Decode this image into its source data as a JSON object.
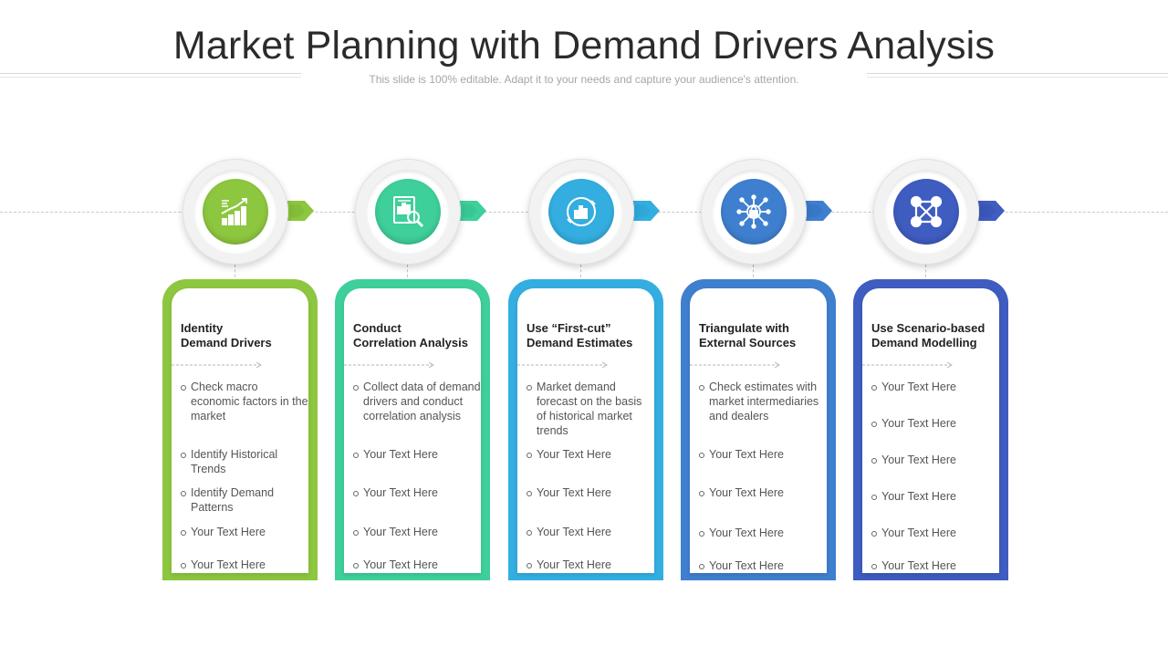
{
  "title": "Market Planning with Demand Drivers Analysis",
  "subtitle": "This slide is 100% editable. Adapt it to your needs and capture your audience's attention.",
  "steps": [
    {
      "icon": "growth-chart-icon",
      "color": "#8dc63f",
      "color_dark": "#7ab531",
      "title_line1": "Identity",
      "title_line2": "Demand  Drivers",
      "items": [
        "Check macro economic factors in the market",
        "Identify Historical Trends",
        "Identify  Demand Patterns",
        "Your Text Here",
        "Your Text Here"
      ]
    },
    {
      "icon": "report-magnifier-icon",
      "color": "#3ecf9a",
      "color_dark": "#2fbf8a",
      "title_line1": "Conduct",
      "title_line2": "Correlation Analysis",
      "items": [
        "Collect data of demand drivers  and conduct correlation analysis",
        "Your Text Here",
        "Your Text Here",
        "Your Text Here",
        "Your Text Here"
      ]
    },
    {
      "icon": "cycle-chart-icon",
      "color": "#34aee0",
      "color_dark": "#2a9fd3",
      "title_line1": "Use “First-cut”",
      "title_line2": "Demand Estimates",
      "items": [
        "Market demand forecast on the basis of historical market trends",
        "Your Text Here",
        "Your Text Here",
        "Your Text Here",
        "Your Text Here"
      ]
    },
    {
      "icon": "network-lock-icon",
      "color": "#3f7fcf",
      "color_dark": "#346fc0",
      "title_line1": "Triangulate with",
      "title_line2": "External Sources",
      "items": [
        "Check estimates with market intermediaries and dealers",
        "Your Text Here",
        "Your Text Here",
        "Your Text Here",
        "Your Text Here"
      ]
    },
    {
      "icon": "network-nodes-icon",
      "color": "#3f5cc0",
      "color_dark": "#354fb0",
      "title_line1": "Use Scenario-based",
      "title_line2": "Demand Modelling",
      "items": [
        "Your Text Here",
        "Your Text Here",
        "Your Text Here",
        "Your Text Here",
        "Your Text Here",
        "Your Text Here"
      ]
    }
  ]
}
